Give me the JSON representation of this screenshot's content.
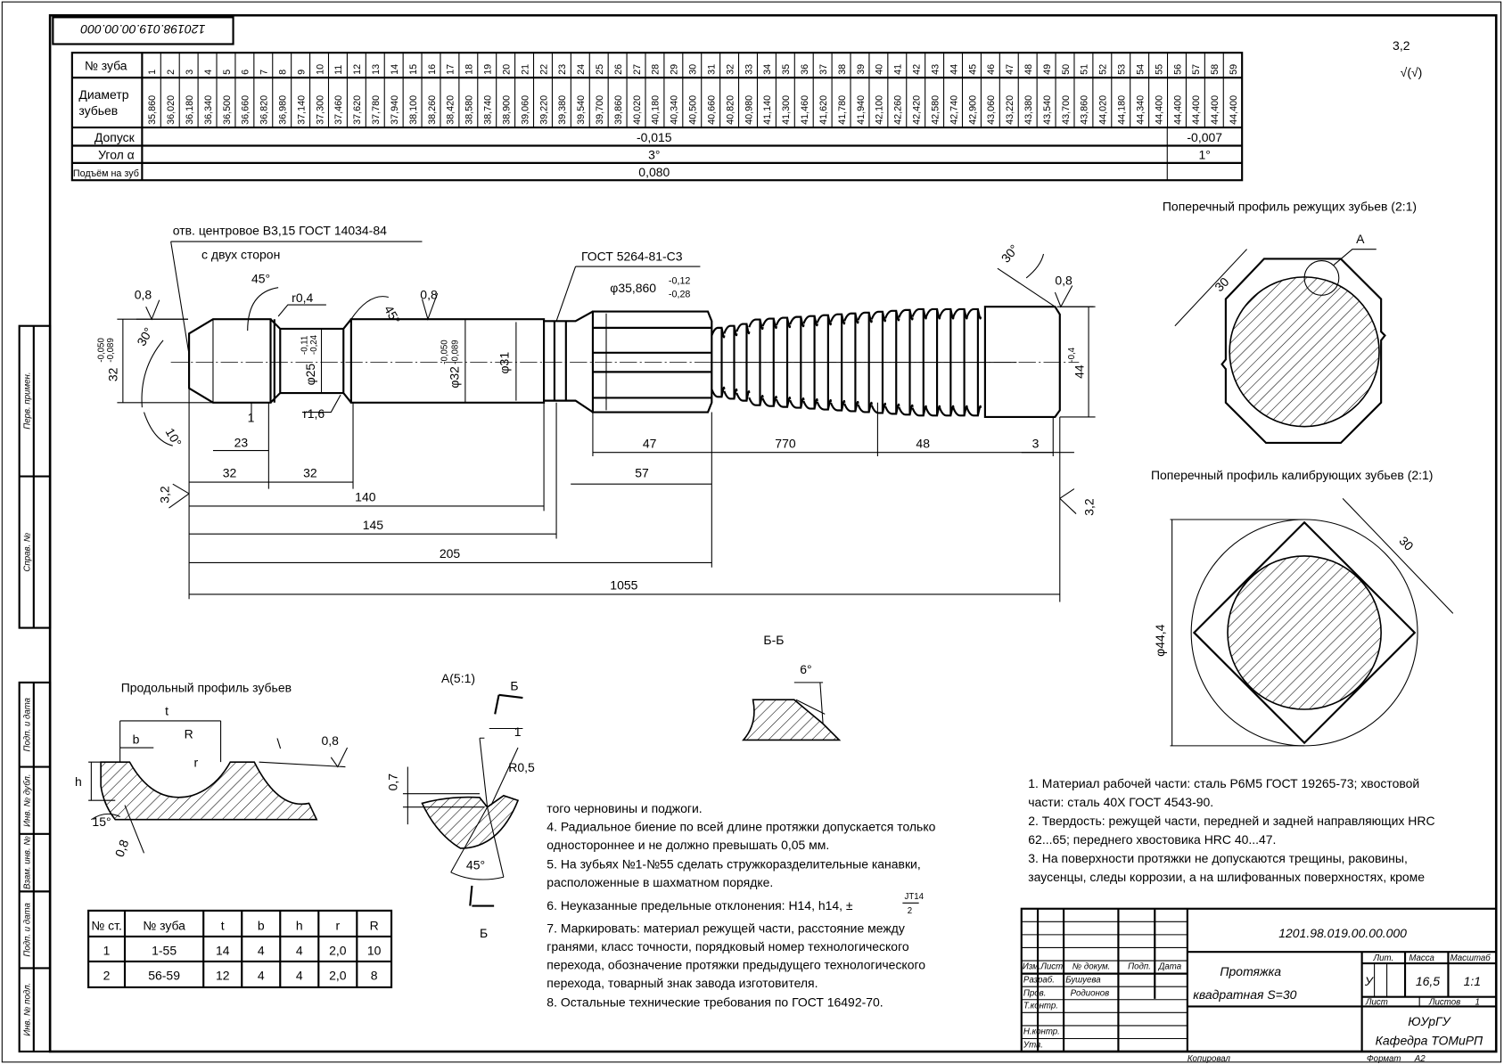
{
  "stamp_code": "120198.019.00.00.000",
  "roughness": {
    "value": "3,2",
    "symbol": "√(√)"
  },
  "teeth_table": {
    "labels": {
      "number": "№ зуба",
      "diameter_1": "Диаметр",
      "diameter_2": "зубьев",
      "tolerance": "Допуск",
      "angle": "Угол α",
      "rise": "Подъём на зуб"
    },
    "numbers": [
      "1",
      "2",
      "3",
      "4",
      "5",
      "6",
      "7",
      "8",
      "9",
      "10",
      "11",
      "12",
      "13",
      "14",
      "15",
      "16",
      "17",
      "18",
      "19",
      "20",
      "21",
      "22",
      "23",
      "24",
      "25",
      "26",
      "27",
      "28",
      "29",
      "30",
      "31",
      "32",
      "33",
      "34",
      "35",
      "36",
      "37",
      "38",
      "39",
      "40",
      "41",
      "42",
      "43",
      "44",
      "45",
      "46",
      "47",
      "48",
      "49",
      "50",
      "51",
      "52",
      "53",
      "54",
      "55",
      "56",
      "57",
      "58",
      "59"
    ],
    "diameters": [
      "35,860",
      "36,020",
      "36,180",
      "36,340",
      "36,500",
      "36,660",
      "36,820",
      "36,980",
      "37,140",
      "37,300",
      "37,460",
      "37,620",
      "37,780",
      "37,940",
      "38,100",
      "38,260",
      "38,420",
      "38,580",
      "38,740",
      "38,900",
      "39,060",
      "39,220",
      "39,380",
      "39,540",
      "39,700",
      "39,860",
      "40,020",
      "40,180",
      "40,340",
      "40,500",
      "40,660",
      "40,820",
      "40,980",
      "41,140",
      "41,300",
      "41,460",
      "41,620",
      "41,780",
      "41,940",
      "42,100",
      "42,260",
      "42,420",
      "42,580",
      "42,740",
      "42,900",
      "43,060",
      "43,220",
      "43,380",
      "43,540",
      "43,700",
      "43,860",
      "44,020",
      "44,180",
      "44,340",
      "44,400",
      "44,400",
      "44,400",
      "44,400",
      "44,400"
    ],
    "cutting": {
      "tolerance": "-0,015",
      "angle": "3°",
      "rise": "0,080"
    },
    "calibrating": {
      "tolerance": "-0,007",
      "angle": "1°"
    }
  },
  "main_view": {
    "center_hole_1": "отв. центровое В3,15 ГОСТ 14034-84",
    "center_hole_2": "с двух сторон",
    "gost_groove": "ГОСТ 5264-81-С3",
    "d_front": "φ35,860",
    "d_front_upper": "-0,12",
    "d_front_lower": "-0,28",
    "rough_08": "0,8",
    "angle_45": "45°",
    "angle_30": "30°",
    "angle_10": "10°",
    "r04": "r0,4",
    "r16": "r1,6",
    "d25": "φ25",
    "d25_upper": "-0,11",
    "d25_lower": "-0,24",
    "d32": "φ32",
    "d32_upper": "-0,050",
    "d32_lower": "-0,089",
    "d31": "φ31",
    "d32_left": "32",
    "d44": "44",
    "d44_tol": "-0,4",
    "rough_32": "3,2",
    "dims": {
      "d1": "1",
      "d23": "23",
      "d32a": "32",
      "d32b": "32",
      "d140": "140",
      "d145": "145",
      "d205": "205",
      "d1055": "1055",
      "d47": "47",
      "d57": "57",
      "d770": "770",
      "d48": "48",
      "d3": "3"
    }
  },
  "cutting_profile": {
    "title": "Поперечный профиль режущих зубьев (2:1)",
    "detail": "А",
    "size": "30"
  },
  "calibrating_profile": {
    "title": "Поперечный профиль калибрующих зубьев (2:1)",
    "size": "30",
    "diameter": "φ44,4"
  },
  "long_profile": {
    "title": "Продольный профиль зубьев",
    "t": "t",
    "b": "b",
    "R": "R",
    "r": "r",
    "h": "h",
    "rough": "0,8",
    "angle": "15°",
    "rough2": "0,8"
  },
  "detail_a": {
    "title": "А(5:1)",
    "section": "Б",
    "dim1": "1",
    "radius": "R0,5",
    "dim07": "0,7",
    "angle": "45°"
  },
  "section_bb": {
    "title": "Б-Б",
    "angle": "6°"
  },
  "profile_table": {
    "headers": [
      "№ ст.",
      "№ зуба",
      "t",
      "b",
      "h",
      "r",
      "R"
    ],
    "rows": [
      [
        "1",
        "1-55",
        "14",
        "4",
        "4",
        "2,0",
        "10"
      ],
      [
        "2",
        "56-59",
        "12",
        "4",
        "4",
        "2,0",
        "8"
      ]
    ]
  },
  "notes_left": [
    "того черновины и поджоги.",
    "4. Радиальное биение по всей длине протяжки допускается только",
    "одностороннее и не должно превышать  0,05 мм.",
    "5. На зубьях №1-№55 сделать стружкоразделительные канавки,",
    "расположенные в шахматном порядке.",
    "6. Неуказанные предельные отклонения: H14, h14, ±",
    "7. Маркировать: материал режущей части, расстояние между",
    "гранями, класс точности, порядковый номер технологического",
    "перехода, обозначение протяжки предыдущего технологического",
    "перехода, товарный знак завода изготовителя.",
    "8. Остальные технические требования по ГОСТ 16492-70."
  ],
  "note6_fraction": {
    "num": "JT14",
    "den": "2"
  },
  "notes_right": [
    "1. Материал рабочей части: сталь Р6М5 ГОСТ 19265-73; хвостовой",
    "части: сталь 40Х ГОСТ 4543-90.",
    "2. Твердость: режущей части, передней и задней направляющих HRC",
    "62...65; переднего хвостовика HRC 40...47.",
    "3. На поверхности протяжки не допускаются трещины, раковины,",
    "заусенцы, следы коррозии, а на шлифованных поверхностях, кроме"
  ],
  "title_block": {
    "doc_code": "1201.98.019.00.00.000",
    "name_1": "Протяжка",
    "name_2": "квадратная S=30",
    "col_labels": [
      "Изм.",
      "Лист",
      "№ докум.",
      "Подп.",
      "Дата"
    ],
    "roles": [
      "Разраб.",
      "Пров.",
      "Т.контр.",
      "Н.контр.",
      "Утв."
    ],
    "developer": "Бушуева",
    "checker": "Родионов",
    "lit_label": "Лит.",
    "mass_label": "Масса",
    "scale_label": "Масштаб",
    "lit": "У",
    "mass": "16,5",
    "scale": "1:1",
    "sheet_label": "Лист",
    "sheets_label": "Листов",
    "sheets": "1",
    "org_1": "ЮУрГУ",
    "org_2": "Кафедра ТОМиРП",
    "copied": "Копировал",
    "format_label": "Формат",
    "format": "A2"
  },
  "side_strip": [
    "Перв. примен.",
    "Справ. №",
    "Подп. и дата",
    "Инв. № дубл.",
    "Взам. инв. №",
    "Подп. и дата",
    "Инв. № подл."
  ]
}
